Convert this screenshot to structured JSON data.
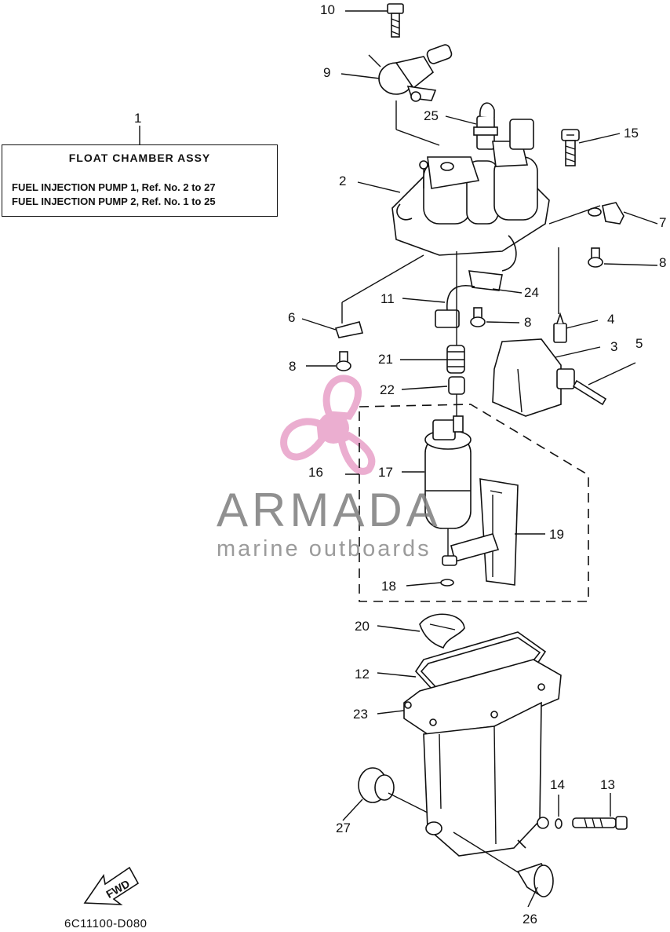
{
  "caption_box": {
    "title": "FLOAT CHAMBER ASSY",
    "line1": "FUEL INJECTION PUMP 1,  Ref. No. 2 to 27",
    "line2": "FUEL INJECTION PUMP 2,  Ref. No. 1 to 25"
  },
  "callouts": {
    "n1": "1",
    "n2": "2",
    "n3": "3",
    "n4": "4",
    "n5": "5",
    "n6": "6",
    "n7": "7",
    "n8a": "8",
    "n8b": "8",
    "n8c": "8",
    "n9": "9",
    "n10": "10",
    "n11": "11",
    "n12": "12",
    "n13": "13",
    "n14": "14",
    "n15": "15",
    "n16": "16",
    "n17": "17",
    "n18": "18",
    "n19": "19",
    "n20": "20",
    "n21": "21",
    "n22": "22",
    "n23": "23",
    "n24": "24",
    "n25": "25",
    "n26": "26",
    "n27": "27"
  },
  "fwd_label": "FWD",
  "diagram_code": "6C11100-D080",
  "watermark": {
    "brand": "ARMADA",
    "tagline": "marine outboards",
    "logo_color": "#e8a0c8",
    "text_color": "#7d7d7d"
  }
}
